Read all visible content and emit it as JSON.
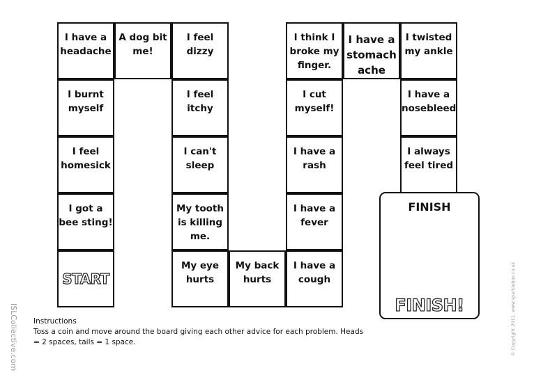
{
  "board": {
    "cells": [
      {
        "text": "I have a headache"
      },
      {
        "text": "I burnt myself"
      },
      {
        "text": "I feel homesick"
      },
      {
        "text": "I got a bee sting!"
      },
      {
        "text": "START"
      },
      {
        "text": "A dog bit me!"
      },
      {
        "text": "I feel dizzy"
      },
      {
        "text": "I feel itchy"
      },
      {
        "text": "I can't sleep"
      },
      {
        "text": "My tooth is killing me."
      },
      {
        "text": "My eye hurts"
      },
      {
        "text": "My back hurts"
      },
      {
        "text": "I think I broke my finger."
      },
      {
        "text": "I cut myself!"
      },
      {
        "text": "I have a rash"
      },
      {
        "text": "I have a fever"
      },
      {
        "text": "I have a cough"
      },
      {
        "text": "I have a stomach ache"
      },
      {
        "text": "I twisted my ankle"
      },
      {
        "text": "I have a nosebleed"
      },
      {
        "text": "I always feel tired"
      }
    ],
    "finish_title": "FINISH",
    "finish_outline": "FINISH!"
  },
  "instructions": {
    "heading": "Instructions",
    "body": "Toss a coin and move around the board giving each other advice for each problem. Heads = 2 spaces, tails = 1 space."
  },
  "watermark": "ISLCollective.com",
  "copyright": "© Copyright 2011, www.sparklebox.co.uk"
}
